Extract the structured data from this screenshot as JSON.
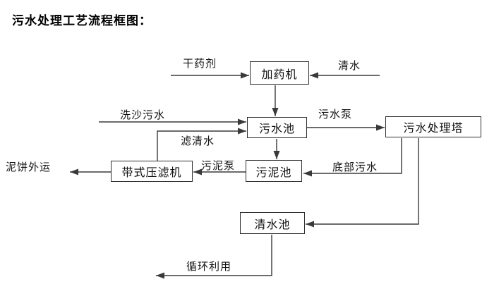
{
  "title": "污水处理工艺流程框图：",
  "diagram": {
    "type": "flowchart",
    "colors": {
      "line": "#3a3a3a",
      "border": "#2e2e2e",
      "text": "#111111",
      "background": "#ffffff"
    },
    "nodes": [
      {
        "id": "dosing-machine",
        "label": "加药机"
      },
      {
        "id": "sewage-pool",
        "label": "污水池"
      },
      {
        "id": "sewage-treatment-tower",
        "label": "污水处理塔"
      },
      {
        "id": "belt-filter-press",
        "label": "带式压滤机"
      },
      {
        "id": "sludge-pool",
        "label": "污泥池"
      },
      {
        "id": "clean-water-pool",
        "label": "清水池"
      }
    ],
    "flow_labels": [
      {
        "id": "dry-chemical",
        "text": "干药剂"
      },
      {
        "id": "clean-water-in",
        "text": "清水"
      },
      {
        "id": "sand-washing-sewage",
        "text": "洗沙污水"
      },
      {
        "id": "sewage-pump",
        "text": "污水泵"
      },
      {
        "id": "filtered-water",
        "text": "滤清水"
      },
      {
        "id": "mud-cake-out",
        "text": "泥饼外运"
      },
      {
        "id": "sludge-pump",
        "text": "污泥泵"
      },
      {
        "id": "bottom-sewage",
        "text": "底部污水"
      },
      {
        "id": "recycle-use",
        "text": "循环利用"
      }
    ],
    "edges": [
      {
        "from": "干药剂",
        "to": "加药机",
        "label": "干药剂"
      },
      {
        "from": "清水",
        "to": "加药机",
        "label": "清水"
      },
      {
        "from": "加药机",
        "to": "污水池",
        "label": ""
      },
      {
        "from": "洗沙污水",
        "to": "污水池",
        "label": "洗沙污水"
      },
      {
        "from": "带式压滤机",
        "to": "污水池",
        "label": "滤清水"
      },
      {
        "from": "污水池",
        "to": "污水处理塔",
        "label": "污水泵"
      },
      {
        "from": "污水池",
        "to": "污泥池",
        "label": ""
      },
      {
        "from": "污泥池",
        "to": "带式压滤机",
        "label": "污泥泵"
      },
      {
        "from": "带式压滤机",
        "to": "泥饼外运",
        "label": "泥饼外运"
      },
      {
        "from": "污水处理塔",
        "to": "污泥池",
        "label": "底部污水"
      },
      {
        "from": "污水处理塔",
        "to": "清水池",
        "label": ""
      },
      {
        "from": "清水池",
        "to": "循环利用",
        "label": "循环利用"
      }
    ]
  }
}
